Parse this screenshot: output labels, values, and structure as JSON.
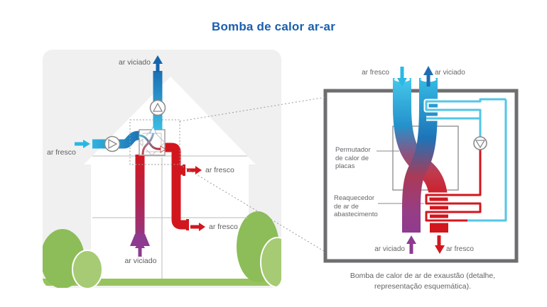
{
  "title": "Bomba de calor ar-ar",
  "house_view": {
    "label_exhaust_top": "ar viciado",
    "label_fresh_in": "ar fresco",
    "label_fresh_out_upper": "ar fresco",
    "label_fresh_out_lower": "ar fresco",
    "label_exhaust_bottom": "ar viciado"
  },
  "detail_view": {
    "label_fresh_top": "ar fresco",
    "label_exhaust_top": "ar viciado",
    "label_plate_exchanger": "Permutador de calor de placas",
    "label_reheater": "Reaquecedor de ar de abastecimento",
    "label_exhaust_bottom": "ar viciado",
    "label_fresh_bottom": "ar fresco"
  },
  "caption": {
    "line1": "Bomba de calor de ar de exaustão (detalhe,",
    "line2": "representação esquemática)."
  },
  "colors": {
    "accent_blue": "#1a5fae",
    "cyan": "#2eb3df",
    "dark_blue": "#1d6db6",
    "red": "#d2161e",
    "purple": "#8e3a90",
    "green": "#8cbd58",
    "panel_grey": "#f0f0f1",
    "border_grey": "#6e6e70",
    "label_grey": "#5d5d5f"
  }
}
